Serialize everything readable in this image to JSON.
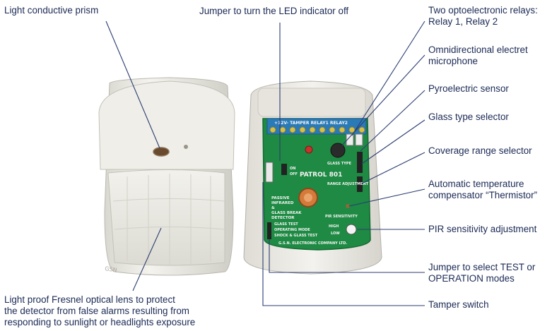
{
  "labels": {
    "prism": "Light conductive prism",
    "jumper_led": "Jumper to turn the LED indicator off",
    "relays": "Two optoelectronic relays:\nRelay 1, Relay 2",
    "microphone": "Omnidirectional electret\nmicrophone",
    "pyro": "Pyroelectric sensor",
    "glass": "Glass type selector",
    "coverage": "Coverage range selector",
    "thermistor": "Automatic temperature\ncompensator “Thermistor”",
    "pir": "PIR sensitivity adjustment",
    "test_mode": "Jumper to select TEST or\n OPERATION modes",
    "tamper": "Tamper switch",
    "lens": "Light proof Fresnel optical lens to protect\nthe detector from false alarms resulting from\nresponding to sunlight or headlights exposure"
  },
  "pcb": {
    "model": "PATROL 801",
    "terminal_strip": "+12V- TAMPER RELAY1 RELAY2",
    "function": "PASSIVE\nINFRARED\n&\nGLASS BREAK\nDETECTOR",
    "led_on": "ON",
    "led_off": "OFF",
    "glass_type": "GLASS TYPE",
    "range_adj": "RANGE ADJUSTMENT",
    "pir_sens": "PIR SENSITIVITY",
    "high": "HIGH",
    "low": "LOW",
    "glass_test": "GLASS TEST",
    "operating_mode": "OPERATING MODE",
    "shock_glass_test": "SHOCK & GLASS TEST",
    "company": "G.S.N. ELECTRONIC COMPANY LTD."
  },
  "housing_mark": "GSN",
  "colors": {
    "label_text": "#1b2a55",
    "leader_line": "#2c3e72",
    "pcb": "#1e8a43",
    "terminals": "#2a7ab8",
    "housing": "#ecebe5"
  }
}
